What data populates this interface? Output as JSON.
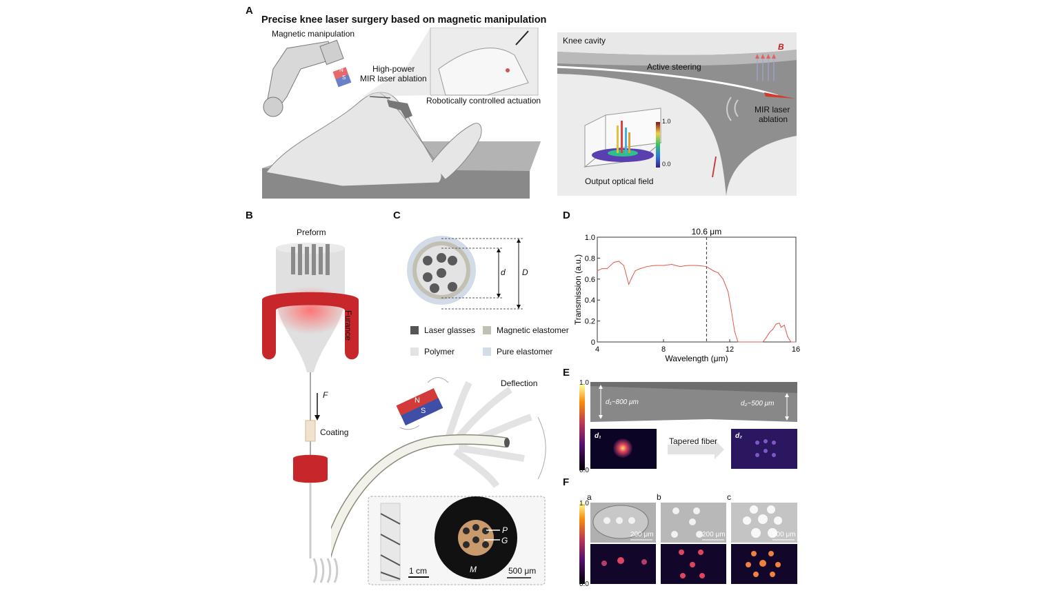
{
  "panel_labels": {
    "a": "A",
    "b": "B",
    "c": "C",
    "d": "D",
    "e": "E",
    "f": "F"
  },
  "panelA": {
    "title": "Precise knee laser surgery based on magnetic manipulation",
    "magnetic_manipulation": "Magnetic manipulation",
    "high_power": "High-power",
    "mir_ablation": "MIR laser ablation",
    "robotic": "Robotically controlled actuation",
    "knee_cavity": "Knee cavity",
    "active_steering": "Active steering",
    "b_field": "B",
    "mir_laser": "MIR laser",
    "ablation": "ablation",
    "output_field": "Output optical field",
    "cbar_max": "1.0",
    "cbar_min": "0.0",
    "magnet_n": "N",
    "magnet_s": "S"
  },
  "panelB": {
    "preform": "Preform",
    "furance": "Furance",
    "force": "F",
    "coating": "Coating"
  },
  "panelC": {
    "d_small": "d",
    "d_large": "D",
    "legend": [
      {
        "label": "Laser glasses",
        "color": "#555555"
      },
      {
        "label": "Magnetic elastomer",
        "color": "#c2bfb3"
      },
      {
        "label": "Polymer",
        "color": "#e3e3e3"
      },
      {
        "label": "Pure elastomer",
        "color": "#d2dbe6"
      }
    ],
    "deflection": "Deflection",
    "magnet_n": "N",
    "magnet_s": "S",
    "scale_1cm": "1 cm",
    "scale_500": "500 μm",
    "label_p": "P",
    "label_g": "G",
    "label_m": "M"
  },
  "chart_data": {
    "type": "line",
    "title": "",
    "xlabel": "Wavelength (μm)",
    "ylabel": "Transmission (a.u.)",
    "xlim": [
      4,
      16
    ],
    "ylim": [
      0,
      1.0
    ],
    "xticks": [
      "4",
      "8",
      "12",
      "16"
    ],
    "yticks": [
      "0",
      "0.2",
      "0.4",
      "0.6",
      "0.8",
      "1.0"
    ],
    "annotation": "10.6 μm",
    "annotation_x": 10.6,
    "series_color": "#e0584e",
    "x": [
      4.0,
      4.3,
      4.6,
      5.0,
      5.3,
      5.6,
      5.9,
      6.1,
      6.3,
      6.6,
      7.0,
      7.5,
      8.0,
      8.5,
      9.0,
      9.5,
      10.0,
      10.6,
      11.0,
      11.3,
      11.6,
      11.9,
      12.1,
      12.3,
      12.5,
      13.0,
      13.5,
      14.0,
      14.2,
      14.4,
      14.6,
      14.8,
      15.0,
      15.1,
      15.3,
      15.5,
      15.7,
      16.0
    ],
    "y": [
      0.68,
      0.7,
      0.7,
      0.76,
      0.77,
      0.73,
      0.55,
      0.62,
      0.68,
      0.7,
      0.72,
      0.73,
      0.73,
      0.74,
      0.72,
      0.73,
      0.73,
      0.72,
      0.68,
      0.66,
      0.6,
      0.48,
      0.3,
      0.1,
      0.0,
      0.0,
      0.0,
      0.0,
      0.04,
      0.09,
      0.12,
      0.17,
      0.18,
      0.14,
      0.16,
      0.05,
      0.0,
      0.0
    ]
  },
  "panelE": {
    "cbar_max": "1.0",
    "cbar_min": "0.0",
    "d1_label": "d₁~800 μm",
    "d2_label": "d₂~500 μm",
    "d1": "d₁",
    "d2": "d₂",
    "tapered": "Tapered fiber"
  },
  "panelF": {
    "cbar_max": "1.0",
    "cbar_min": "0.0",
    "sub_a": "a",
    "sub_b": "b",
    "sub_c": "c",
    "scale": "200 μm"
  }
}
